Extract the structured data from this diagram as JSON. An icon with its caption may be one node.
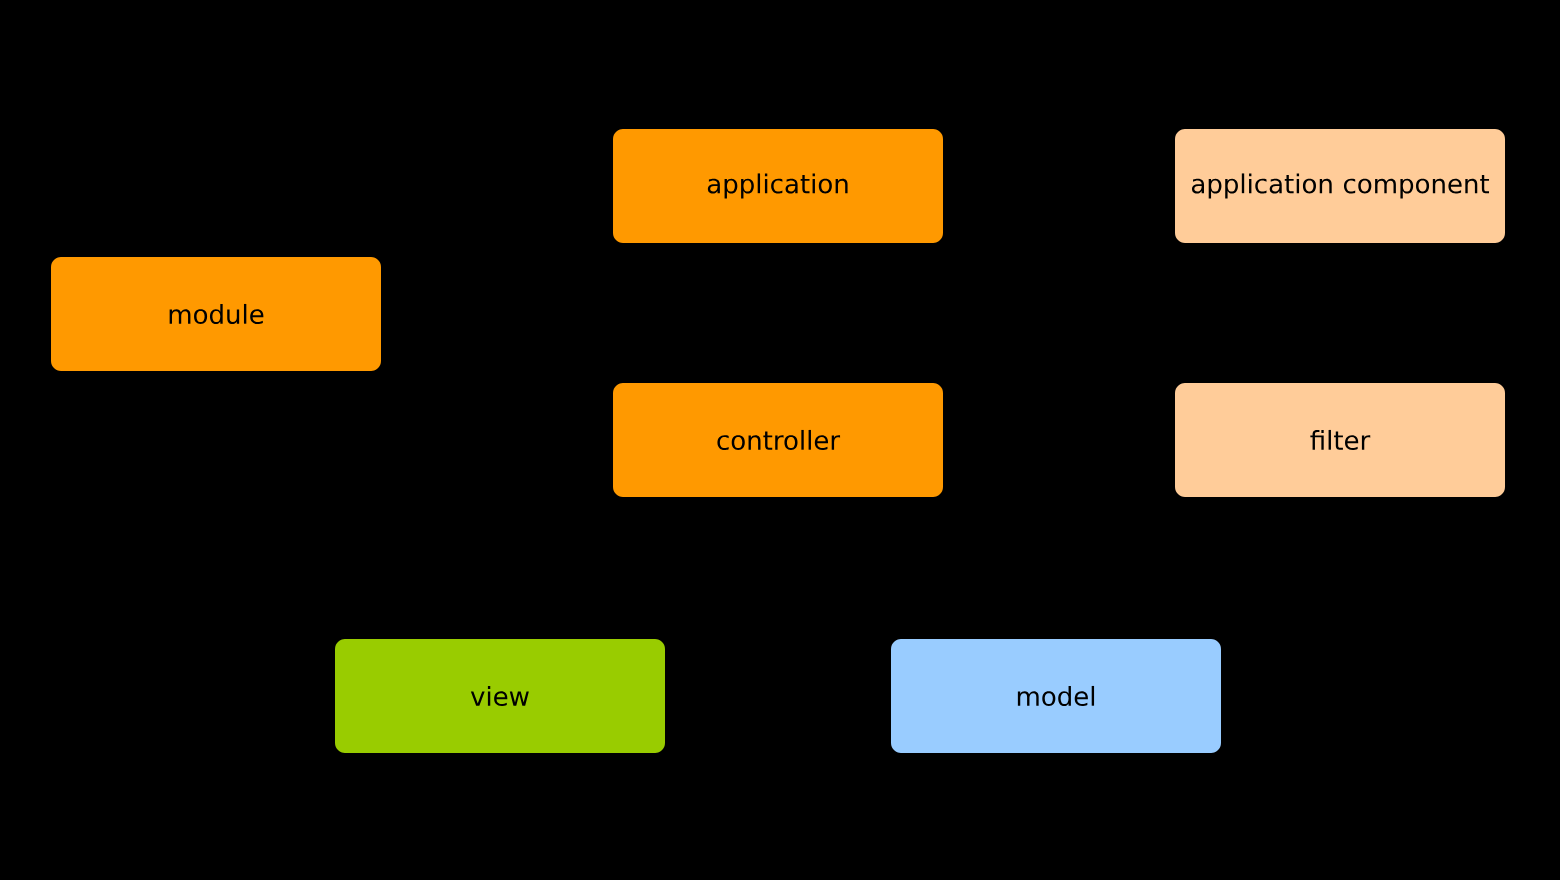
{
  "diagram": {
    "nodes": [
      {
        "text": [
          "application"
        ]
      },
      {
        "text": [
          "application component"
        ]
      },
      {
        "text": [
          "module"
        ]
      },
      {
        "text": [
          "controller"
        ]
      },
      {
        "text": [
          "filter"
        ]
      },
      {
        "text": [
          "view"
        ]
      },
      {
        "text": [
          "model"
        ]
      }
    ]
  }
}
